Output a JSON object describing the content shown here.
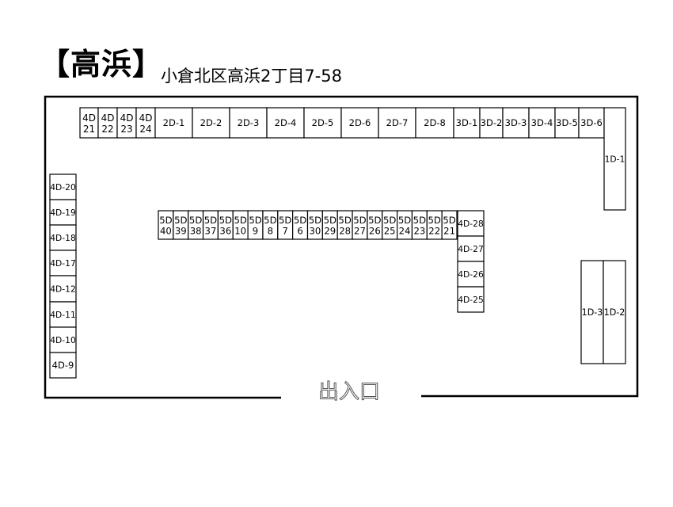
{
  "title": "【高浜】",
  "address": "小倉北区高浜2丁目7-58",
  "entrance": "出入口",
  "rows": {
    "top": [
      "4D 21",
      "4D 22",
      "4D 23",
      "4D 24",
      "2D-1",
      "2D-2",
      "2D-3",
      "2D-4",
      "2D-5",
      "2D-6",
      "2D-7",
      "2D-8",
      "3D-1",
      "3D-2",
      "3D-3",
      "3D-4",
      "3D-5",
      "3D-6"
    ],
    "right_upper": [
      "1D-1"
    ],
    "right_lower": [
      "1D-3",
      "1D-2"
    ],
    "left": [
      "4D-20",
      "4D-19",
      "4D-18",
      "4D-17",
      "4D-12",
      "4D-11",
      "4D-10",
      "4D-9"
    ],
    "middle": [
      "5D 40",
      "5D 39",
      "5D 38",
      "5D 37",
      "5D 36",
      "5D 10",
      "5D 9",
      "5D 8",
      "5D 7",
      "5D 6",
      "5D 30",
      "5D 29",
      "5D 28",
      "5D 27",
      "5D 26",
      "5D 25",
      "5D 24",
      "5D 23",
      "5D 22",
      "5D 21"
    ],
    "middle_right": [
      "4D-28",
      "4D-27",
      "4D-26",
      "4D-25"
    ]
  }
}
